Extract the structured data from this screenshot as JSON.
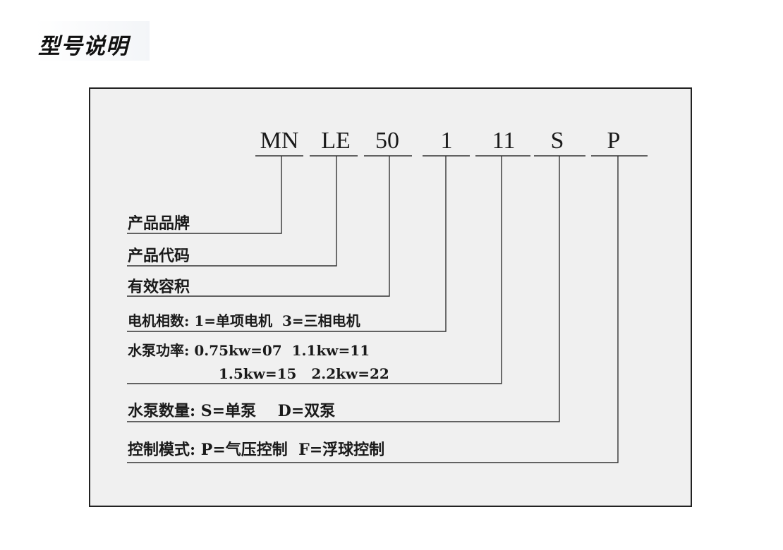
{
  "title": "型号说明",
  "code_segments": [
    "MN",
    "LE",
    "50",
    "1",
    "11",
    "S",
    "P"
  ],
  "descriptions": [
    {
      "lines": [
        "产品品牌"
      ]
    },
    {
      "lines": [
        "产品代码"
      ]
    },
    {
      "lines": [
        "有效容积"
      ]
    },
    {
      "lines": [
        "电机相数: 1=单项电机  3=三相电机"
      ]
    },
    {
      "lines": [
        "水泵功率: 0.75kw=07  1.1kw=11",
        "1.5kw=15   2.2kw=22"
      ]
    },
    {
      "lines": [
        "水泵数量: S=单泵    D=双泵"
      ]
    },
    {
      "lines": [
        "控制模式: P=气压控制  F=浮球控制"
      ]
    }
  ]
}
